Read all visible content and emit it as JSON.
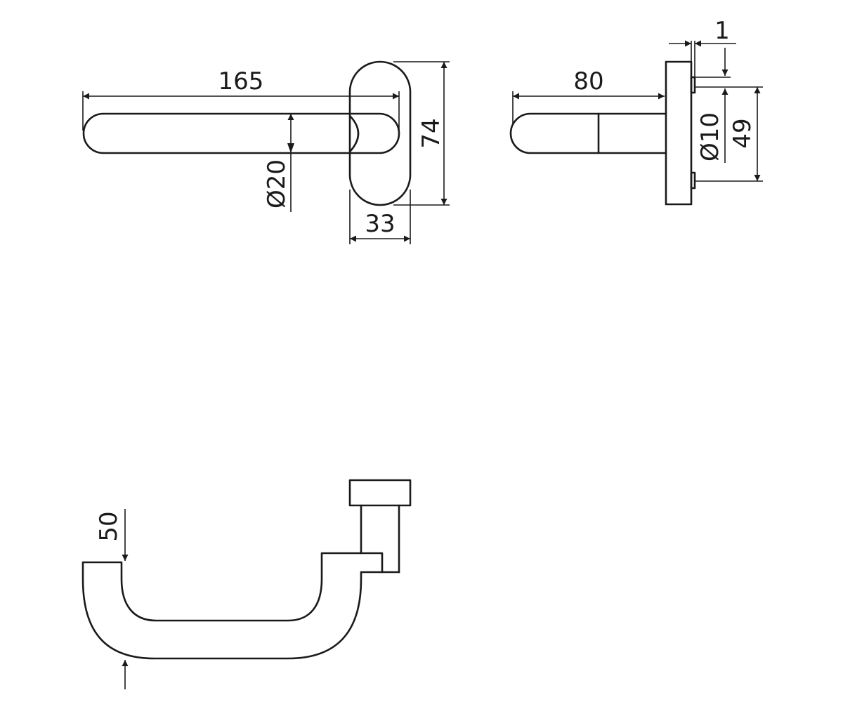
{
  "dimensions": {
    "length": "165",
    "rose_height": "74",
    "rose_width": "33",
    "lever_diameter": "Ø20",
    "projection": "80",
    "gap": "1",
    "spindle_diameter": "Ø10",
    "fixing_spacing": "49",
    "drop": "50"
  }
}
